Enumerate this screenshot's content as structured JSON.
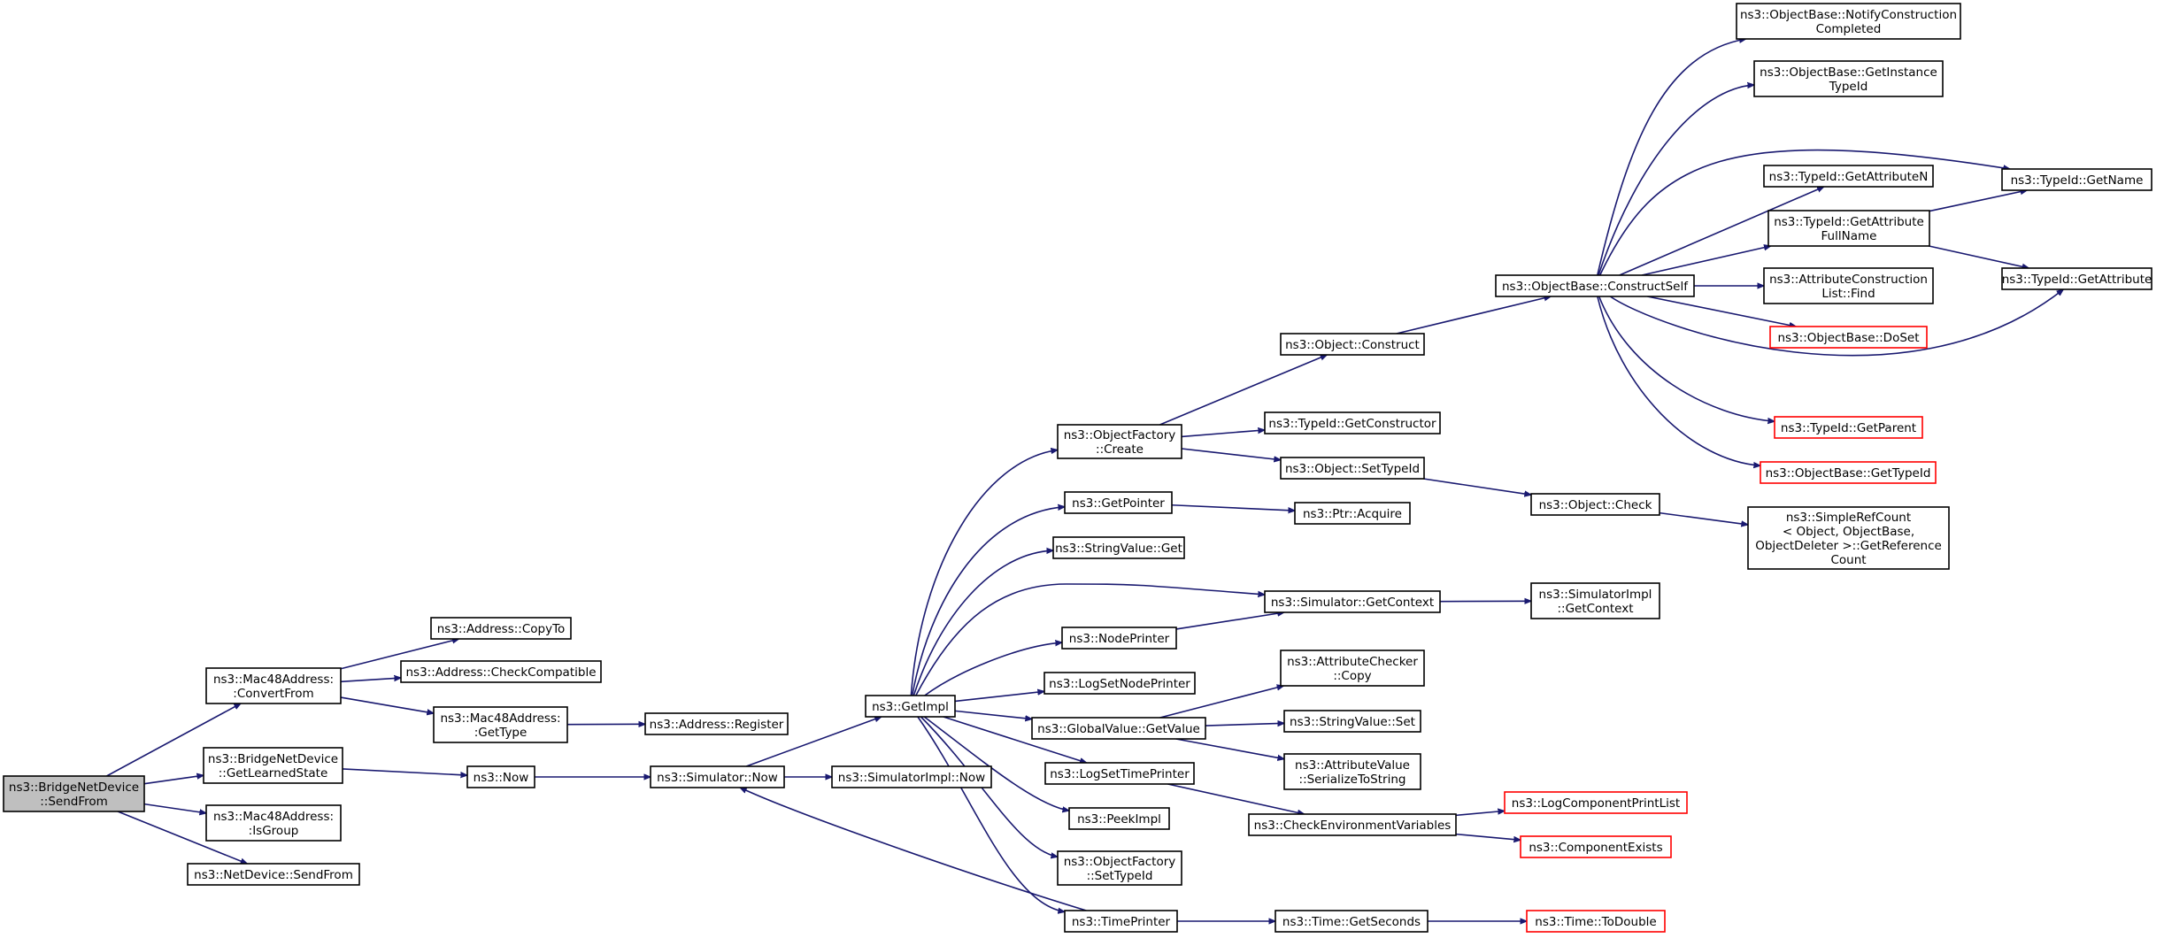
{
  "diagram": {
    "title": "",
    "colors": {
      "edge": "#191970",
      "focus_fill": "#bfbfbf",
      "unresolved_border": "#ff0000",
      "node_border": "#000000"
    },
    "nodes": [
      {
        "id": "sendfrom",
        "lines": [
          "ns3::BridgeNetDevice",
          "::SendFrom"
        ],
        "focus": true
      },
      {
        "id": "convertfrom",
        "lines": [
          "ns3::Mac48Address:",
          ":ConvertFrom"
        ]
      },
      {
        "id": "getlearnedstate",
        "lines": [
          "ns3::BridgeNetDevice",
          "::GetLearnedState"
        ]
      },
      {
        "id": "isgroup",
        "lines": [
          "ns3::Mac48Address:",
          ":IsGroup"
        ]
      },
      {
        "id": "netdevice_sendfrom",
        "lines": [
          "ns3::NetDevice::SendFrom"
        ]
      },
      {
        "id": "copyto",
        "lines": [
          "ns3::Address::CopyTo"
        ]
      },
      {
        "id": "checkcompatible",
        "lines": [
          "ns3::Address::CheckCompatible"
        ]
      },
      {
        "id": "mac_gettype",
        "lines": [
          "ns3::Mac48Address:",
          ":GetType"
        ]
      },
      {
        "id": "addr_register",
        "lines": [
          "ns3::Address::Register"
        ]
      },
      {
        "id": "now",
        "lines": [
          "ns3::Now"
        ]
      },
      {
        "id": "sim_now",
        "lines": [
          "ns3::Simulator::Now"
        ]
      },
      {
        "id": "simimpl_now",
        "lines": [
          "ns3::SimulatorImpl::Now"
        ]
      },
      {
        "id": "getimpl",
        "lines": [
          "ns3::GetImpl"
        ]
      },
      {
        "id": "of_create",
        "lines": [
          "ns3::ObjectFactory",
          "::Create"
        ]
      },
      {
        "id": "getpointer",
        "lines": [
          "ns3::GetPointer"
        ]
      },
      {
        "id": "stringvalue_get",
        "lines": [
          "ns3::StringValue::Get"
        ]
      },
      {
        "id": "nodeprinter",
        "lines": [
          "ns3::NodePrinter"
        ]
      },
      {
        "id": "logsetnodeprinter",
        "lines": [
          "ns3::LogSetNodePrinter"
        ]
      },
      {
        "id": "gv_getvalue",
        "lines": [
          "ns3::GlobalValue::GetValue"
        ]
      },
      {
        "id": "logsettimeprinter",
        "lines": [
          "ns3::LogSetTimePrinter"
        ]
      },
      {
        "id": "peekimpl",
        "lines": [
          "ns3::PeekImpl"
        ]
      },
      {
        "id": "of_settypeid",
        "lines": [
          "ns3::ObjectFactory",
          "::SetTypeId"
        ]
      },
      {
        "id": "timeprinter",
        "lines": [
          "ns3::TimePrinter"
        ]
      },
      {
        "id": "obj_construct",
        "lines": [
          "ns3::Object::Construct"
        ]
      },
      {
        "id": "tid_getconstructor",
        "lines": [
          "ns3::TypeId::GetConstructor"
        ]
      },
      {
        "id": "obj_settypeid",
        "lines": [
          "ns3::Object::SetTypeId"
        ]
      },
      {
        "id": "ptr_acquire",
        "lines": [
          "ns3::Ptr::Acquire"
        ]
      },
      {
        "id": "sim_getcontext",
        "lines": [
          "ns3::Simulator::GetContext"
        ]
      },
      {
        "id": "attrchecker_copy",
        "lines": [
          "ns3::AttributeChecker",
          "::Copy"
        ]
      },
      {
        "id": "stringvalue_set",
        "lines": [
          "ns3::StringValue::Set"
        ]
      },
      {
        "id": "attrvalue_serialize",
        "lines": [
          "ns3::AttributeValue",
          "::SerializeToString"
        ]
      },
      {
        "id": "checkenv",
        "lines": [
          "ns3::CheckEnvironmentVariables"
        ]
      },
      {
        "id": "time_getseconds",
        "lines": [
          "ns3::Time::GetSeconds"
        ]
      },
      {
        "id": "ob_constructself",
        "lines": [
          "ns3::ObjectBase::ConstructSelf"
        ]
      },
      {
        "id": "obj_check",
        "lines": [
          "ns3::Object::Check"
        ]
      },
      {
        "id": "simimpl_getcontext",
        "lines": [
          "ns3::SimulatorImpl",
          "::GetContext"
        ]
      },
      {
        "id": "logcomponentprintlist",
        "lines": [
          "ns3::LogComponentPrintList"
        ],
        "red": true
      },
      {
        "id": "componentexists",
        "lines": [
          "ns3::ComponentExists"
        ],
        "red": true
      },
      {
        "id": "time_todouble",
        "lines": [
          "ns3::Time::ToDouble"
        ],
        "red": true
      },
      {
        "id": "ob_notify",
        "lines": [
          "ns3::ObjectBase::NotifyConstruction",
          "Completed"
        ]
      },
      {
        "id": "ob_getinstancetypeid",
        "lines": [
          "ns3::ObjectBase::GetInstance",
          "TypeId"
        ]
      },
      {
        "id": "tid_getattributen",
        "lines": [
          "ns3::TypeId::GetAttributeN"
        ]
      },
      {
        "id": "tid_getattributefullname",
        "lines": [
          "ns3::TypeId::GetAttribute",
          "FullName"
        ]
      },
      {
        "id": "attrconstructionlist_find",
        "lines": [
          "ns3::AttributeConstruction",
          "List::Find"
        ]
      },
      {
        "id": "ob_doset",
        "lines": [
          "ns3::ObjectBase::DoSet"
        ],
        "red": true
      },
      {
        "id": "tid_getparent",
        "lines": [
          "ns3::TypeId::GetParent"
        ],
        "red": true
      },
      {
        "id": "ob_gettypeid",
        "lines": [
          "ns3::ObjectBase::GetTypeId"
        ],
        "red": true
      },
      {
        "id": "simplerefcount",
        "lines": [
          "ns3::SimpleRefCount",
          "< Object, ObjectBase,",
          "ObjectDeleter >::GetReference",
          "Count"
        ]
      },
      {
        "id": "tid_getname",
        "lines": [
          "ns3::TypeId::GetName"
        ]
      },
      {
        "id": "tid_getattribute",
        "lines": [
          "ns3::TypeId::GetAttribute"
        ]
      }
    ],
    "edges": [
      [
        "sendfrom",
        "convertfrom"
      ],
      [
        "sendfrom",
        "getlearnedstate"
      ],
      [
        "sendfrom",
        "isgroup"
      ],
      [
        "sendfrom",
        "netdevice_sendfrom"
      ],
      [
        "convertfrom",
        "copyto"
      ],
      [
        "convertfrom",
        "checkcompatible"
      ],
      [
        "convertfrom",
        "mac_gettype"
      ],
      [
        "mac_gettype",
        "addr_register"
      ],
      [
        "getlearnedstate",
        "now"
      ],
      [
        "now",
        "sim_now"
      ],
      [
        "sim_now",
        "getimpl"
      ],
      [
        "sim_now",
        "simimpl_now"
      ],
      [
        "getimpl",
        "of_create"
      ],
      [
        "getimpl",
        "getpointer"
      ],
      [
        "getimpl",
        "stringvalue_get"
      ],
      [
        "getimpl",
        "sim_getcontext"
      ],
      [
        "getimpl",
        "nodeprinter"
      ],
      [
        "getimpl",
        "logsetnodeprinter"
      ],
      [
        "getimpl",
        "gv_getvalue"
      ],
      [
        "getimpl",
        "logsettimeprinter"
      ],
      [
        "getimpl",
        "peekimpl"
      ],
      [
        "getimpl",
        "of_settypeid"
      ],
      [
        "getimpl",
        "timeprinter"
      ],
      [
        "of_create",
        "obj_construct"
      ],
      [
        "of_create",
        "tid_getconstructor"
      ],
      [
        "of_create",
        "obj_settypeid"
      ],
      [
        "getpointer",
        "ptr_acquire"
      ],
      [
        "nodeprinter",
        "sim_getcontext"
      ],
      [
        "sim_getcontext",
        "simimpl_getcontext"
      ],
      [
        "gv_getvalue",
        "attrchecker_copy"
      ],
      [
        "gv_getvalue",
        "stringvalue_set"
      ],
      [
        "gv_getvalue",
        "attrvalue_serialize"
      ],
      [
        "logsettimeprinter",
        "checkenv"
      ],
      [
        "checkenv",
        "logcomponentprintlist"
      ],
      [
        "checkenv",
        "componentexists"
      ],
      [
        "timeprinter",
        "sim_now"
      ],
      [
        "timeprinter",
        "time_getseconds"
      ],
      [
        "time_getseconds",
        "time_todouble"
      ],
      [
        "obj_construct",
        "ob_constructself"
      ],
      [
        "obj_settypeid",
        "obj_check"
      ],
      [
        "obj_check",
        "simplerefcount"
      ],
      [
        "ob_constructself",
        "ob_notify"
      ],
      [
        "ob_constructself",
        "ob_getinstancetypeid"
      ],
      [
        "ob_constructself",
        "tid_getname"
      ],
      [
        "ob_constructself",
        "tid_getattributen"
      ],
      [
        "ob_constructself",
        "tid_getattributefullname"
      ],
      [
        "ob_constructself",
        "attrconstructionlist_find"
      ],
      [
        "ob_constructself",
        "ob_doset"
      ],
      [
        "ob_constructself",
        "tid_getattribute"
      ],
      [
        "ob_constructself",
        "tid_getparent"
      ],
      [
        "ob_constructself",
        "ob_gettypeid"
      ],
      [
        "tid_getattributefullname",
        "tid_getname"
      ],
      [
        "tid_getattributefullname",
        "tid_getattribute"
      ]
    ]
  }
}
